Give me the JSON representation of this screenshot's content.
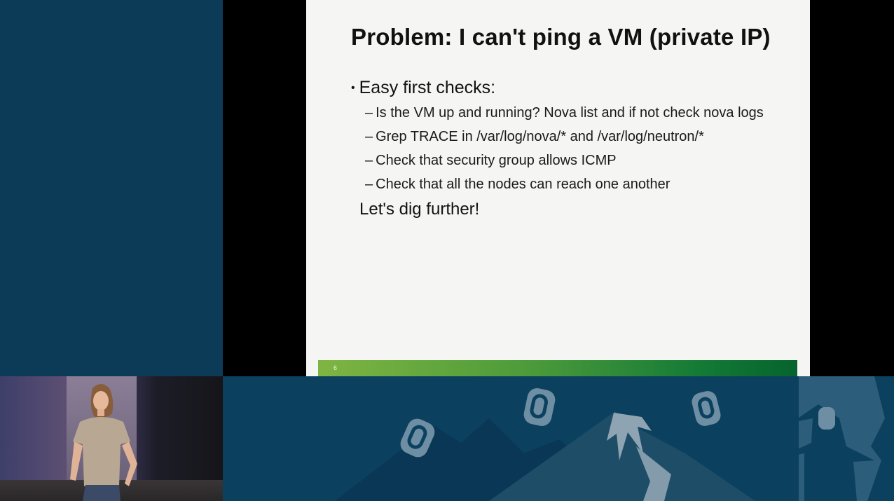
{
  "slide": {
    "title": "Problem: I can't ping a VM (private IP)",
    "bullet_marker": "•",
    "main_bullet": "Easy first checks:",
    "sub_marker": "–",
    "sub_bullets": [
      "Is the VM up and running? Nova list and if not check nova logs",
      "Grep TRACE in  /var/log/nova/* and /var/log/neutron/*",
      "Check that security group allows ICMP",
      "Check that all the nodes can reach one another"
    ],
    "closing": "Let's dig further!",
    "slide_number": "6"
  },
  "colors": {
    "panel_blue": "#0b3b57",
    "slide_bg": "#f5f5f3",
    "footer_green_start": "#7fb542",
    "footer_green_end": "#06632d"
  }
}
